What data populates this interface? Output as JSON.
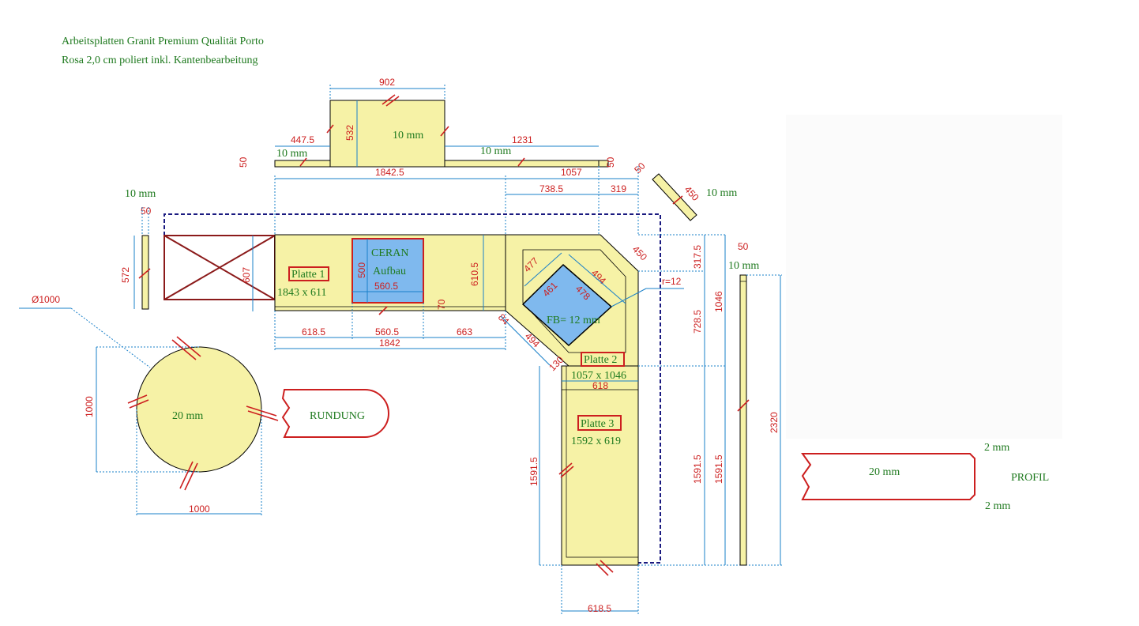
{
  "header": {
    "line1": "Arbeitsplatten Granit Premium Qualität Porto",
    "line2": "Rosa 2,0 cm poliert inkl. Kantenbearbeitung"
  },
  "colors": {
    "stone": "#f6f2a6",
    "cutout": "#7fb9ee",
    "dimension": "#cc1f1f",
    "dimline": "#1a80c9",
    "label": "#1f7a1f"
  },
  "thickness": {
    "t10": "10 mm",
    "t20": "20 mm",
    "t2": "2 mm"
  },
  "plates": {
    "p1": {
      "name": "Platte 1",
      "size": "1843 x 611"
    },
    "p2": {
      "name": "Platte 2",
      "size": "1057 x 1046"
    },
    "p3": {
      "name": "Platte 3",
      "size": "1592 x 619"
    }
  },
  "cutouts": {
    "ceran1": "CERAN",
    "ceran2": "Aufbau",
    "fb": "FB=  12 mm"
  },
  "labels": {
    "rundung": "RUNDUNG",
    "profil": "PROFIL",
    "diameter": "Ø1000",
    "radius": "r=12"
  },
  "dims": {
    "d902": "902",
    "d532": "532",
    "d447": "447.5",
    "d1231": "1231",
    "d50a": "50",
    "d50b": "50",
    "d18425": "1842.5",
    "d1057": "1057",
    "d7385": "738.5",
    "d319": "319",
    "d50c": "50",
    "d450a": "450",
    "d450b": "450",
    "d50d": "50",
    "d572": "572",
    "d607": "607",
    "d500": "500",
    "d5605a": "560.5",
    "d6105": "610.5",
    "d70": "70",
    "d6185a": "618.5",
    "d5605b": "560.5",
    "d663": "663",
    "d1842": "1842",
    "d477": "477",
    "d494a": "494",
    "d461": "461",
    "d478": "478",
    "d3175": "317.5",
    "d1046": "1046",
    "d7285": "728.5",
    "d50e": "50",
    "d494b": "494",
    "d84": "84",
    "d130": "130",
    "d618": "618",
    "d15915a": "1591.5",
    "d15915b": "1591.5",
    "d15915c": "1591.5",
    "d2320": "2320",
    "d6185b": "618.5",
    "d1000a": "1000",
    "d1000b": "1000"
  }
}
